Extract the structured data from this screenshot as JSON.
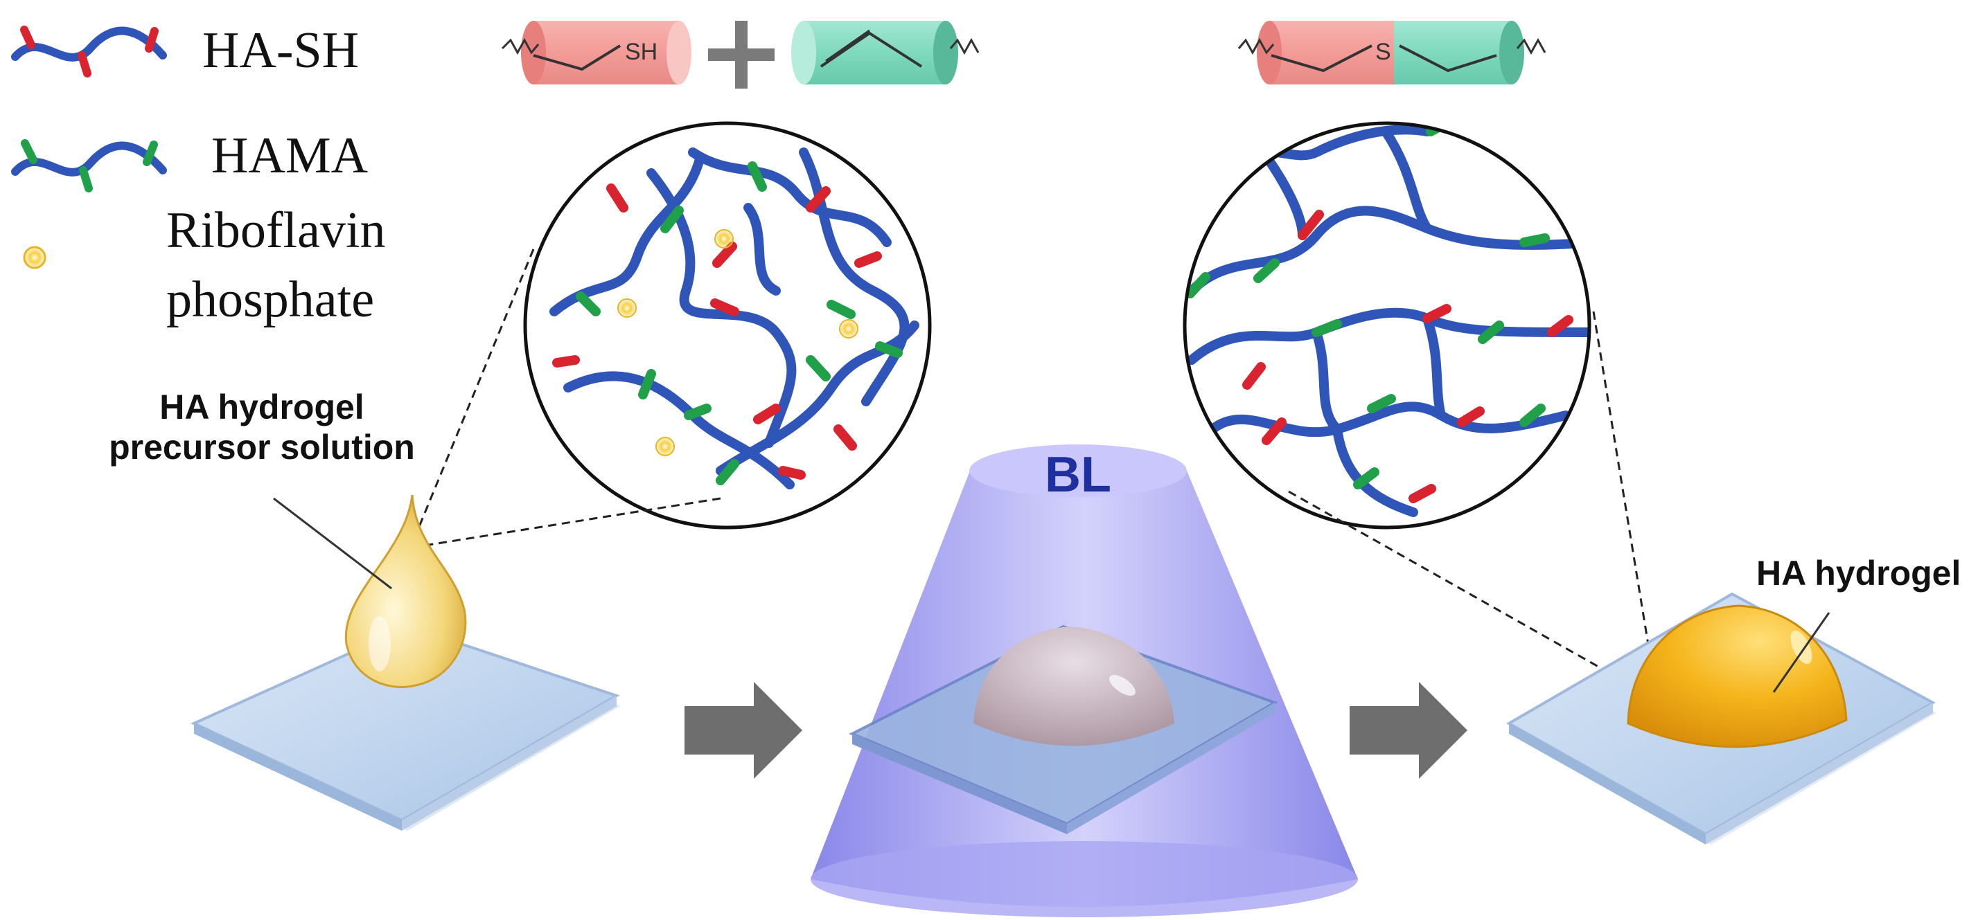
{
  "legend": {
    "items": [
      {
        "label": "HA-SH",
        "icon": "ha-sh-strand-icon"
      },
      {
        "label": "HAMA",
        "icon": "hama-strand-icon"
      },
      {
        "label": "Riboflavin",
        "label2": "phosphate",
        "icon": "riboflavin-dot-icon"
      }
    ]
  },
  "reaction": {
    "thiol_label": "SH",
    "thioether_label": "S",
    "plus_icon": "plus-icon"
  },
  "labels": {
    "precursor_line1": "HA hydrogel",
    "precursor_line2": "precursor solution",
    "light": "BL",
    "product": "HA hydrogel"
  },
  "colors": {
    "backbone": "#2f55b8",
    "thiol_group": "#d9232e",
    "methacrylate_group": "#21a04a",
    "riboflavin": "#f2c230",
    "thiol_cylinder": "#f29b97",
    "methacrylate_cylinder": "#7fd9bd",
    "light_cone": "#8e8cf2",
    "glass_slide": "#bcd3ee",
    "hydrogel": "#f4b81c",
    "arrow": "#6e6e6e"
  }
}
